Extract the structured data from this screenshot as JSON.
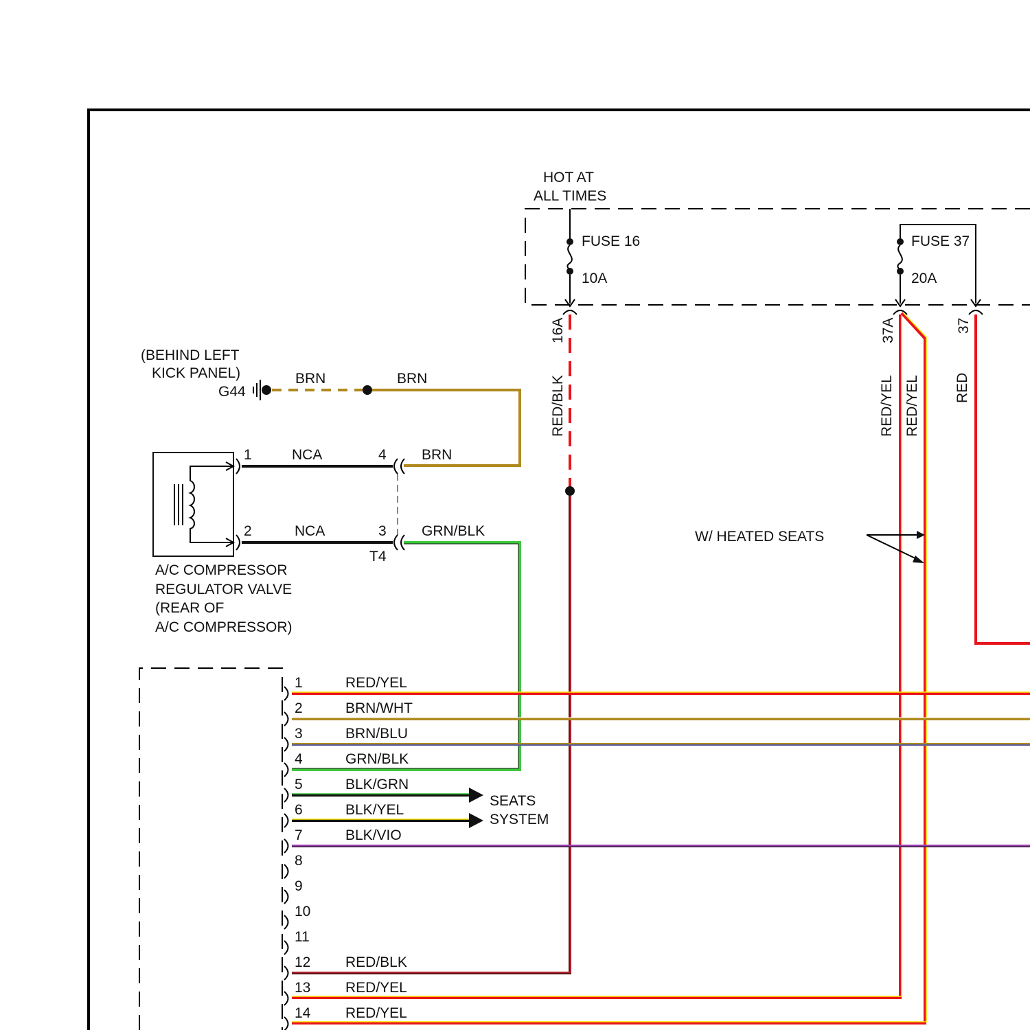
{
  "colors": {
    "red": "#e8141c",
    "yellow": "#ffe600",
    "orange": "#ff8c00",
    "brown": "#b08a1e",
    "green": "#3cc83c",
    "black": "#111111",
    "violet": "#9a3fb0",
    "blue": "#3a4fc8",
    "darkred": "#b01e2a",
    "white": "#ffffff"
  },
  "labels": {
    "hot_at_1": "HOT AT",
    "hot_at_2": "ALL TIMES",
    "fuse16": "FUSE 16",
    "fuse16_rating": "10A",
    "fuse37": "FUSE 37",
    "fuse37_rating": "20A",
    "pin_16a": "16A",
    "pin_37a": "37A",
    "pin_37": "37",
    "wire_red_blk": "RED/BLK",
    "wire_red_yel_1": "RED/YEL",
    "wire_red_yel_2": "RED/YEL",
    "wire_red": "RED",
    "ground_loc_1": "(BEHIND LEFT",
    "ground_loc_2": "KICK PANEL)",
    "ground_id": "G44",
    "brn_1": "BRN",
    "brn_2": "BRN",
    "brn_3": "BRN",
    "nca_1": "NCA",
    "nca_2": "NCA",
    "grn_blk": "GRN/BLK",
    "pin1": "1",
    "pin2": "2",
    "pin3": "3",
    "pin4": "4",
    "t4": "T4",
    "valve_1": "A/C COMPRESSOR",
    "valve_2": "REGULATOR VALVE",
    "valve_3": "(REAR OF",
    "valve_4": "A/C COMPRESSOR)",
    "heated": "W/ HEATED SEATS",
    "seats_1": "SEATS",
    "seats_2": "SYSTEM"
  },
  "connector_pins": [
    {
      "num": "1",
      "wire": "RED/YEL"
    },
    {
      "num": "2",
      "wire": "BRN/WHT"
    },
    {
      "num": "3",
      "wire": "BRN/BLU"
    },
    {
      "num": "4",
      "wire": "GRN/BLK"
    },
    {
      "num": "5",
      "wire": "BLK/GRN"
    },
    {
      "num": "6",
      "wire": "BLK/YEL"
    },
    {
      "num": "7",
      "wire": "BLK/VIO"
    },
    {
      "num": "8",
      "wire": ""
    },
    {
      "num": "9",
      "wire": ""
    },
    {
      "num": "10",
      "wire": ""
    },
    {
      "num": "11",
      "wire": ""
    },
    {
      "num": "12",
      "wire": "RED/BLK"
    },
    {
      "num": "13",
      "wire": "RED/YEL"
    },
    {
      "num": "14",
      "wire": "RED/YEL"
    }
  ]
}
